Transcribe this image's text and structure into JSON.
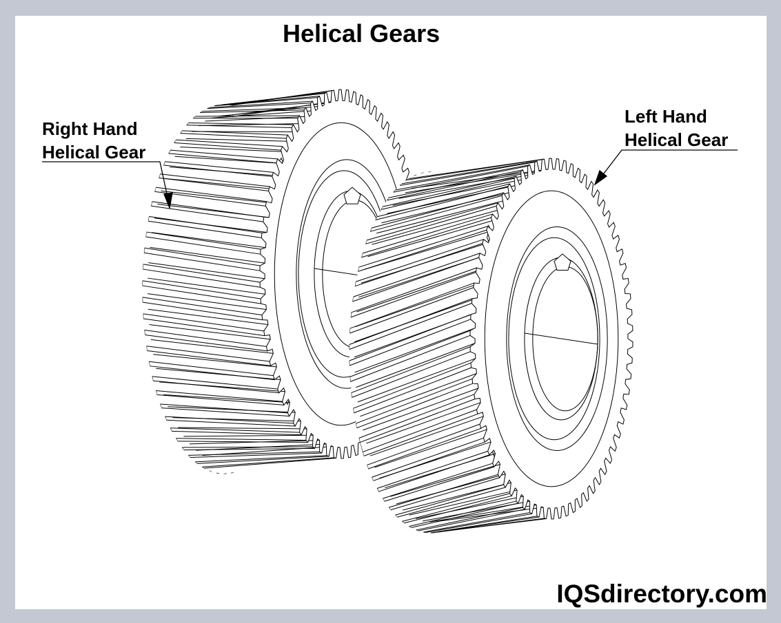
{
  "title": "Helical Gears",
  "labels": {
    "right_hand": [
      "Right Hand",
      "Helical Gear"
    ],
    "left_hand": [
      "Left Hand",
      "Helical Gear"
    ]
  },
  "brand": "IQSdirectory.com",
  "colors": {
    "frame": "#c3c8d3",
    "background": "#ffffff",
    "ink": "#000000"
  }
}
